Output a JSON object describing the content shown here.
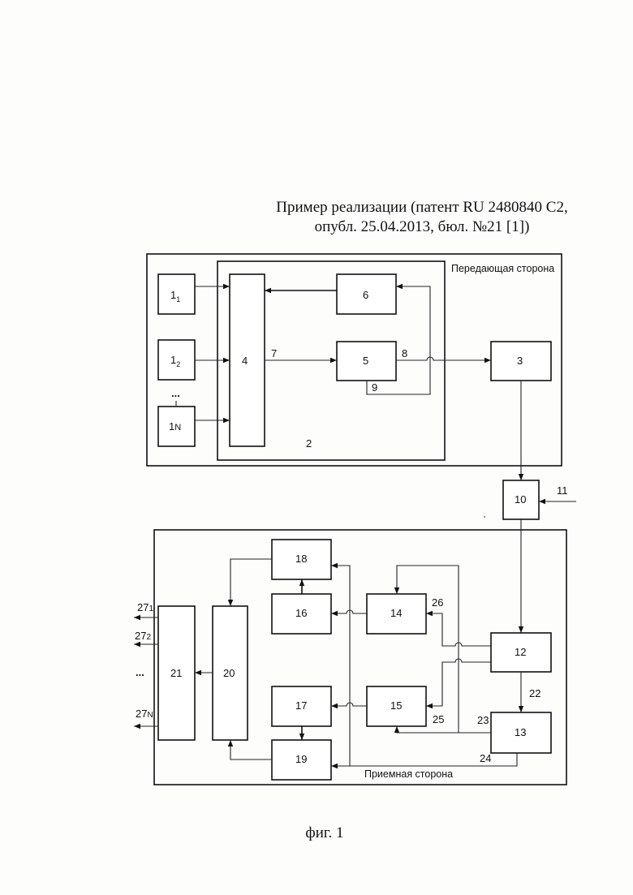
{
  "header": {
    "line1": "Пример реализации (патент RU 2480840 C2,",
    "line2": "опубл. 25.04.2013, бюл. №21  [1])"
  },
  "caption": "фиг. 1",
  "sides": {
    "transmit": "Передающая сторона",
    "receive": "Приемная сторона"
  },
  "blocks": {
    "b1_1": {
      "main": "1",
      "sub": "1"
    },
    "b1_2": {
      "main": "1",
      "sub": "2"
    },
    "b1_N": {
      "main": "1",
      "sub": "N"
    },
    "b2": "2",
    "b3": "3",
    "b4": "4",
    "b5": "5",
    "b6": "6",
    "b10": "10",
    "b12": "12",
    "b13": "13",
    "b14": "14",
    "b15": "15",
    "b16": "16",
    "b17": "17",
    "b18": "18",
    "b19": "19",
    "b20": "20",
    "b21": "21"
  },
  "signals": {
    "s7": "7",
    "s8": "8",
    "s9": "9",
    "s11": "11",
    "s22": "22",
    "s23": "23",
    "s24": "24",
    "s25": "25",
    "s26": "26"
  },
  "outputs": {
    "o1": {
      "main": "27",
      "sub": "1"
    },
    "o2": {
      "main": "27",
      "sub": "2"
    },
    "oN": {
      "main": "27",
      "sub": "N"
    },
    "ellipsis_out": "...",
    "ellipsis_in": "..."
  }
}
